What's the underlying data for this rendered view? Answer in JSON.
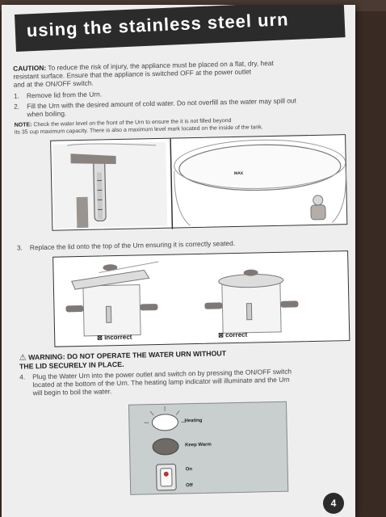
{
  "title": "using the stainless steel urn",
  "caution": {
    "label": "CAUTION:",
    "line1": "To reduce the risk of injury, the appliance must be placed on a flat, dry, heat",
    "line2": "resistant surface. Ensure that the appliance is switched OFF at the power outlet",
    "line3": "and at the ON/OFF switch."
  },
  "steps": {
    "s1_num": "1.",
    "s1": "Remove lid from the Urn.",
    "s2_num": "2.",
    "s2_line1": "Fill the Urn with the desired amount of cold water. Do not overfill as the water may spill out",
    "s2_line2": "when boiling.",
    "s3_num": "3.",
    "s3": "Replace the lid onto the top of the Urn ensuring it is correctly seated.",
    "s4_num": "4.",
    "s4_line1": "Plug the Water Urn into the power outlet and switch on by pressing the ON/OFF switch",
    "s4_line2": "located at the bottom of the Urn. The heating lamp indicator will illuminate and the Urn",
    "s4_line3": "will begin to boil the water."
  },
  "note": {
    "label": "NOTE:",
    "line1": "Check the water level on the front of the Urn to ensure the it is not filled beyond",
    "line2": "its 35 cup maximum capacity. There is also a maximum level mark located on the inside of the tank."
  },
  "figure1": {
    "max_label": "MAX"
  },
  "figure2": {
    "incorrect": "⊠ incorrect",
    "correct": "⊠ correct"
  },
  "warning": {
    "line1": "WARNING: DO NOT OPERATE THE WATER URN WITHOUT",
    "line2": "THE LID SECURELY IN PLACE."
  },
  "panel": {
    "heating": "Heating",
    "keep_warm": "Keep Warm",
    "on": "On",
    "off": "Off"
  },
  "page_number": "4"
}
